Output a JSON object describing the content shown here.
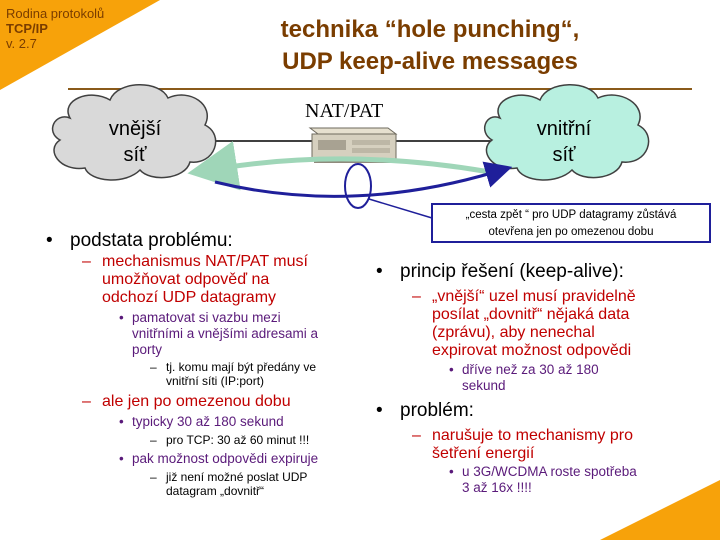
{
  "header": {
    "series_line1": "Rodina protokolů",
    "series_line2": "TCP/IP",
    "series_line3": "v. 2.7",
    "title_line1": "technika “hole punching“,",
    "title_line2": "UDP keep-alive messages"
  },
  "diagram": {
    "cloud_left_line1": "vnější",
    "cloud_left_line2": "síť",
    "cloud_right_line1": "vnitřní",
    "cloud_right_line2": "síť",
    "nat_label": "NAT/PAT",
    "callout_line1": "„cesta zpět “ pro UDP datagramy zůstává",
    "callout_line2": "otevřena jen po omezenou dobu"
  },
  "left": {
    "l1": "podstata problému:",
    "l2a_line1": "mechanismus NAT/PAT musí",
    "l2a_line2": "umožňovat odpověď na",
    "l2a_line3": "odchozí UDP datagramy",
    "l3a_line1": "pamatovat si vazbu mezi",
    "l3a_line2": "vnitřními  a vnějšími  adresami a",
    "l3a_line3": "porty",
    "l4a_line1": "tj. komu mají být předány ve",
    "l4a_line2": "vnitřní síti (IP:port)",
    "l2b": "ale jen po omezenou dobu",
    "l3b": "typicky 30 až 180 sekund",
    "l4b": "pro TCP: 30 až 60 minut !!!",
    "l3c": "pak možnost odpovědi expiruje",
    "l4c_line1": "již není možné poslat UDP",
    "l4c_line2": "datagram „dovnitř“"
  },
  "right": {
    "l1a": "princip řešení (keep-alive):",
    "l2a_line1": "„vnější“ uzel musí pravidelně",
    "l2a_line2": "posílat „dovnitř“ nějaká data",
    "l2a_line3": "(zprávu),  aby nenechal",
    "l2a_line4": "expirovat možnost odpovědi",
    "l3a_line1": "dříve než za 30 až 180",
    "l3a_line2": "sekund",
    "l1b": "problém:",
    "l2b_line1": "narušuje to mechanismy pro",
    "l2b_line2": "šetření energií",
    "l3b_line1": "u 3G/WCDMA roste spotřeba",
    "l3b_line2": "3 až 16x !!!!"
  },
  "colors": {
    "accent_orange": "#f7a20a",
    "title_brown": "#7a3d00",
    "level2_red": "#c00000",
    "level3_purple": "#5a1a7a",
    "arrow_blue": "#1f1f9a",
    "arrow_green": "#9fd6b8"
  }
}
